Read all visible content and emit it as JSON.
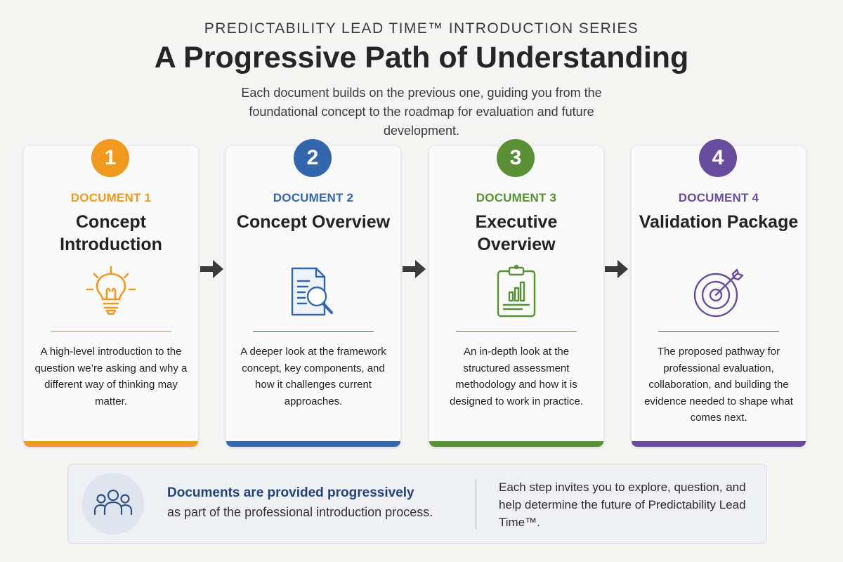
{
  "header": {
    "eyebrow": "PREDICTABILITY LEAD TIME™ INTRODUCTION SERIES",
    "title": "A Progressive Path of Understanding",
    "subtitle": "Each document builds on the previous one, guiding you from the foundational concept to the roadmap for evaluation and future development."
  },
  "cards": [
    {
      "number": "1",
      "label": "DOCUMENT 1",
      "title": "Concept Introduction",
      "icon": "lightbulb-icon",
      "color": "#ef9a1f",
      "description": "A high-level introduction to the question we’re asking and why a different way of thinking may matter."
    },
    {
      "number": "2",
      "label": "DOCUMENT 2",
      "title": "Concept Overview",
      "icon": "document-search-icon",
      "color": "#3466ac",
      "description": "A deeper look at the framework concept, key components, and how it challenges current approaches."
    },
    {
      "number": "3",
      "label": "DOCUMENT 3",
      "title": "Executive Overview",
      "icon": "clipboard-chart-icon",
      "color": "#5a8f36",
      "description": "An in-depth look at the structured assessment methodology and how it is designed to work in practice."
    },
    {
      "number": "4",
      "label": "DOCUMENT 4",
      "title": "Validation Package",
      "icon": "target-icon",
      "color": "#6a4c9c",
      "description": "The proposed pathway for professional evaluation, collaboration, and building the evidence needed to shape what comes next."
    }
  ],
  "info": {
    "icon": "people-icon",
    "headline": "Documents are provided progressively",
    "subline": "as part of the professional introduction process.",
    "right_text": "Each step invites you to explore, question, and help determine the future of Predictability Lead Time™."
  }
}
